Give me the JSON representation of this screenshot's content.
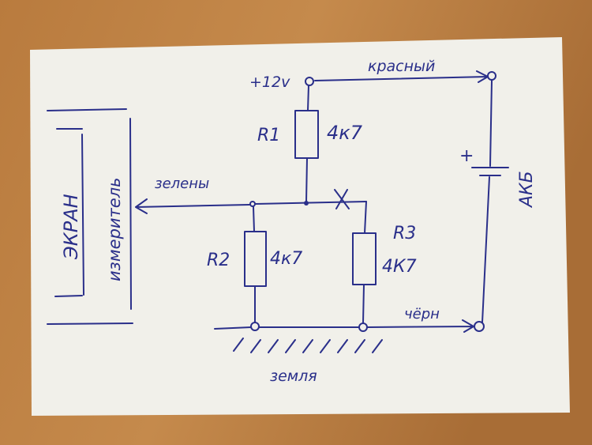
{
  "labels": {
    "supply": "+12v",
    "red_wire": "красный",
    "r1": "R1",
    "r1_value": "4к7",
    "r2": "R2",
    "r2_value": "4к7",
    "r3": "R3",
    "r3_value": "4К7",
    "green_wire": "зелены",
    "black_wire": "чёрн",
    "ground": "земля",
    "screen": "ЭКРАН",
    "meter": "измеритель",
    "battery": "АКБ",
    "battery_plus": "+"
  },
  "colors": {
    "ink": "#2a2f8a",
    "paper": "#f1f0ea",
    "table": "#b57a40"
  }
}
